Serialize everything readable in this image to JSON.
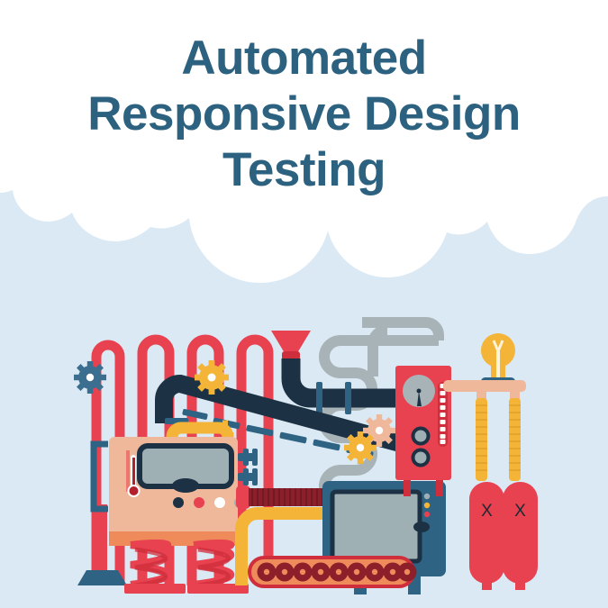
{
  "header": {
    "title_lines": [
      "Automated",
      "Responsive Design",
      "Testing"
    ],
    "full_title": "Automated Responsive Design Testing",
    "title_color": "#2c617f",
    "cloud_color": "#ffffff"
  },
  "background": {
    "color": "#dbe9f4",
    "top_band_color": "#ffffff"
  },
  "palette": {
    "red": "#e8414f",
    "red_dark": "#cf2e3c",
    "dark_navy": "#1c3144",
    "steel_blue": "#2e6383",
    "gray_pipe": "#a8b3b8",
    "gray_panel": "#9fb0b5",
    "yellow": "#f3b437",
    "orange": "#ef8b5b",
    "peach": "#efb89a",
    "white": "#ffffff",
    "maroon": "#8c1f2a"
  },
  "machine": {
    "label": "factory-machine-illustration",
    "parts": [
      {
        "name": "hopper-funnel",
        "color": "#e8414f"
      },
      {
        "name": "gear-blue",
        "color": "#3c6e8f"
      },
      {
        "name": "gear-yellow",
        "color": "#f3b437"
      },
      {
        "name": "gear-peach",
        "color": "#efb89a"
      },
      {
        "name": "thermometer",
        "color": "#e8414f"
      },
      {
        "name": "light-bulb",
        "color": "#f3b437"
      },
      {
        "name": "gauge-dial",
        "color": "#a8b3b8"
      },
      {
        "name": "conveyor-belt",
        "color": "#ef8b5b"
      },
      {
        "name": "monitor-screen",
        "color": "#9fb0b5"
      },
      {
        "name": "spring-leg",
        "color": "#e8414f"
      }
    ],
    "tanks": [
      {
        "name": "gas-tank-left",
        "label": "X",
        "color": "#e8414f"
      },
      {
        "name": "gas-tank-right",
        "label": "X",
        "color": "#e8414f"
      }
    ],
    "indicator_lights": [
      "#1c3144",
      "#e8414f",
      "#ffffff",
      "#9fb0b5"
    ],
    "monitor_leds": [
      "#9fb0b5",
      "#f3b437",
      "#e8414f"
    ],
    "gauge_reading": "",
    "led_bar_segments": 9,
    "conveyor_rollers": 9
  }
}
